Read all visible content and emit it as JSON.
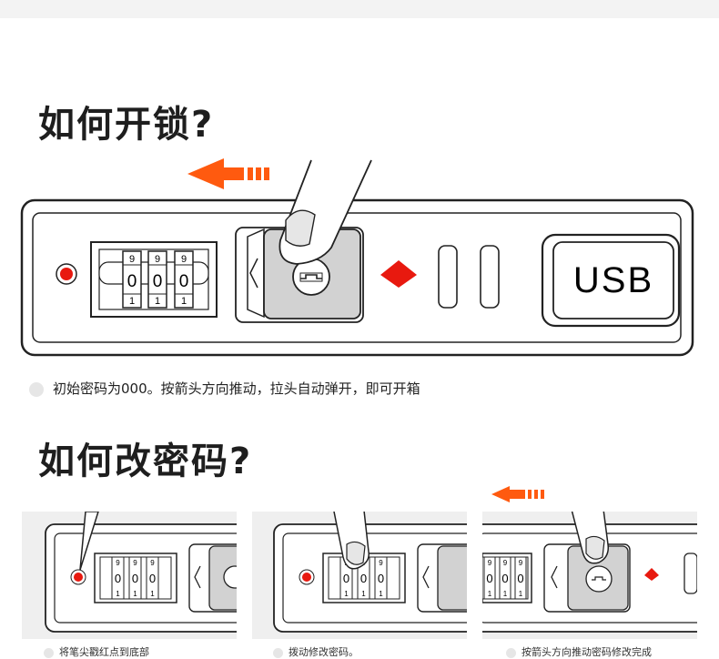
{
  "section1": {
    "heading": "如何开锁?",
    "note": "初始密码为000。按箭头方向推动，拉头自动弹开，即可开箱",
    "dial": {
      "top": [
        "9",
        "9",
        "9"
      ],
      "mid": [
        "0",
        "0",
        "0"
      ],
      "bot": [
        "1",
        "1",
        "1"
      ]
    },
    "usb_label": "USB"
  },
  "section2": {
    "heading": "如何改密码?",
    "steps": [
      {
        "caption": "将笔尖戳红点到底部",
        "dial": {
          "top": [
            "9",
            "9",
            "9"
          ],
          "mid": [
            "0",
            "0",
            "0"
          ],
          "bot": [
            "1",
            "1",
            "1"
          ]
        }
      },
      {
        "caption": "拨动修改密码。",
        "dial": {
          "top": [
            "9",
            "9",
            "9"
          ],
          "mid": [
            "0",
            "0",
            "0"
          ],
          "bot": [
            "1",
            "1",
            "1"
          ]
        }
      },
      {
        "caption": "按箭头方向推动密码修改完成",
        "dial": {
          "top": [
            "9",
            "9",
            "9"
          ],
          "mid": [
            "0",
            "0",
            "0"
          ],
          "bot": [
            "1",
            "1",
            "1"
          ]
        }
      }
    ]
  },
  "colors": {
    "accent_orange": "#ff5a0f",
    "red_button": "#e8190f",
    "outline": "#222222"
  },
  "icons": [
    "arrow-left-icon",
    "finger-icon",
    "pen-tip-icon",
    "key-icon",
    "diamond-icon"
  ]
}
